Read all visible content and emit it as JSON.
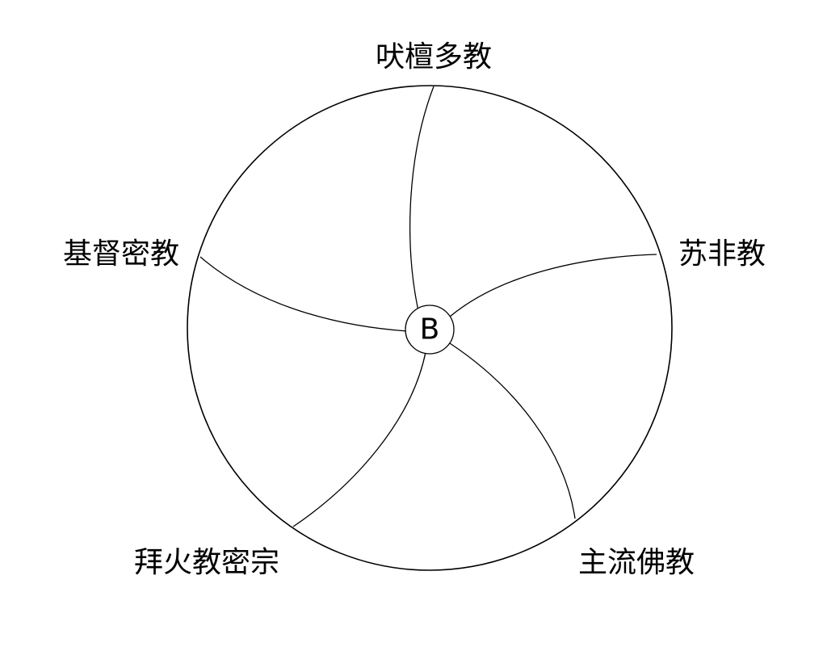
{
  "diagram": {
    "center_label": "B",
    "segments": [
      {
        "label": "吠檀多教"
      },
      {
        "label": "苏非教"
      },
      {
        "label": "主流佛教"
      },
      {
        "label": "拜火教密宗"
      },
      {
        "label": "基督密教"
      }
    ]
  }
}
